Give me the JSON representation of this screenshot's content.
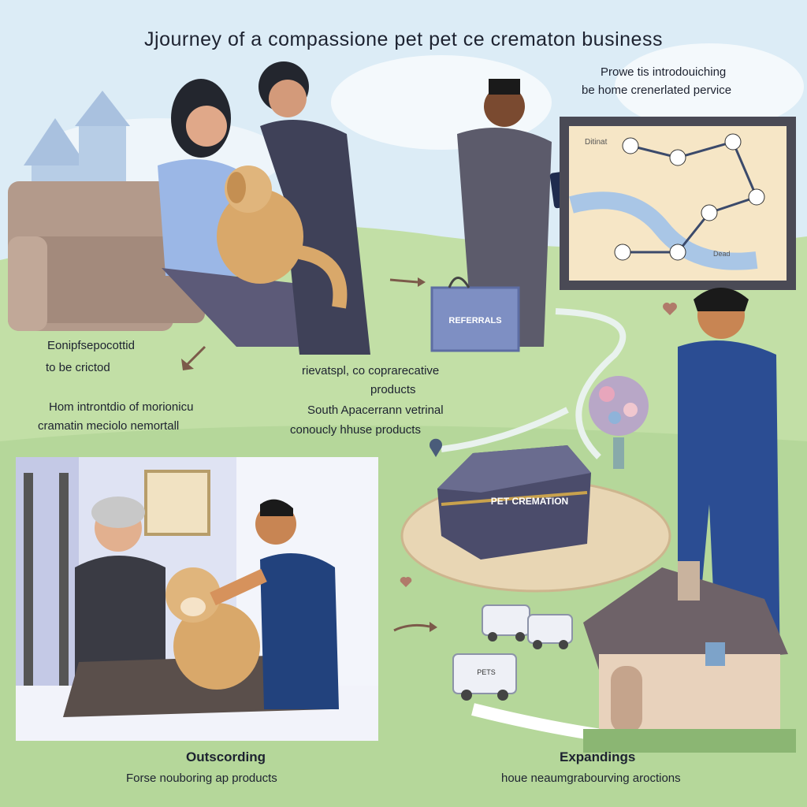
{
  "title": "Jjourney of a compassione pet pet ce crematon business",
  "top_right": {
    "line1": "Prowe tis introdouiching",
    "line2": "be home crenerlated pervice"
  },
  "left_caption": {
    "line1": "Eonipfsepocottid",
    "line2": "to be crictod"
  },
  "middle_caption": {
    "line1": "rievatspl, co coprarecative",
    "line2": "products",
    "line3": "South Apacerrann vetrinal",
    "line4": "conoucly hhuse products"
  },
  "memorial_caption": {
    "line1": "Hom introntdio of morionicu",
    "line2": "cramatin meciolo nemortall"
  },
  "bag_label": "REFERRALS",
  "map_labels": {
    "title": "Ditinat",
    "note": "Dead"
  },
  "urn_label": "PET CREMATION",
  "van_label": "PETS",
  "bottom_left": {
    "heading": "Outscording",
    "sub": "Forse nouboring ap products"
  },
  "bottom_right": {
    "heading": "Expandings",
    "sub": "houe neaumgrabourving aroctions"
  },
  "colors": {
    "sky": "#dcecf6",
    "grass": "#b5d79a",
    "navy_suit": "#2b4d93",
    "couch": "#b39a8b",
    "dog": "#d9a86a",
    "urn": "#4b4c6b"
  }
}
